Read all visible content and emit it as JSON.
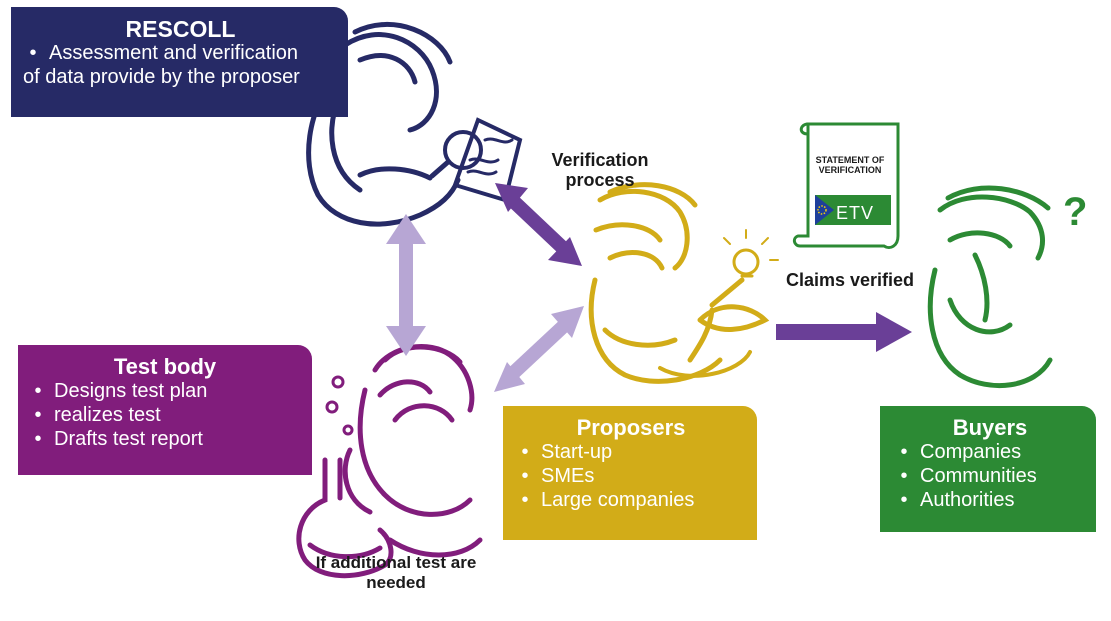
{
  "rescoll": {
    "title": "RESCOLL",
    "line1": "Assessment and verification",
    "line2": "of data provide by the proposer",
    "color": "#262a66"
  },
  "test_body": {
    "title": "Test body",
    "items": [
      "Designs test plan",
      "realizes test",
      "Drafts test report"
    ],
    "color": "#811d7c"
  },
  "proposers": {
    "title": "Proposers",
    "items": [
      "Start-up",
      "SMEs",
      "Large companies"
    ],
    "color": "#d2ac18"
  },
  "buyers": {
    "title": "Buyers",
    "items": [
      "Companies",
      "Communities",
      "Authorities"
    ],
    "color": "#2c8a34"
  },
  "labels": {
    "verification_process": "Verification process",
    "claims_verified": "Claims verified",
    "additional_test": "If additional test are needed",
    "question": "?"
  },
  "certificate": {
    "heading": "STATEMENT OF VERIFICATION",
    "logo": "ETV",
    "icon": "certificate-scroll-icon"
  },
  "arrow_colors": {
    "dark_purple": "#6a3f97",
    "light_purple": "#b7a6d4"
  },
  "figures": {
    "rescoll": "person-examining-document-icon",
    "test_body": "person-with-flask-icon",
    "proposers": "person-with-lightbulb-plant-icon",
    "buyers": "person-questioning-icon"
  }
}
